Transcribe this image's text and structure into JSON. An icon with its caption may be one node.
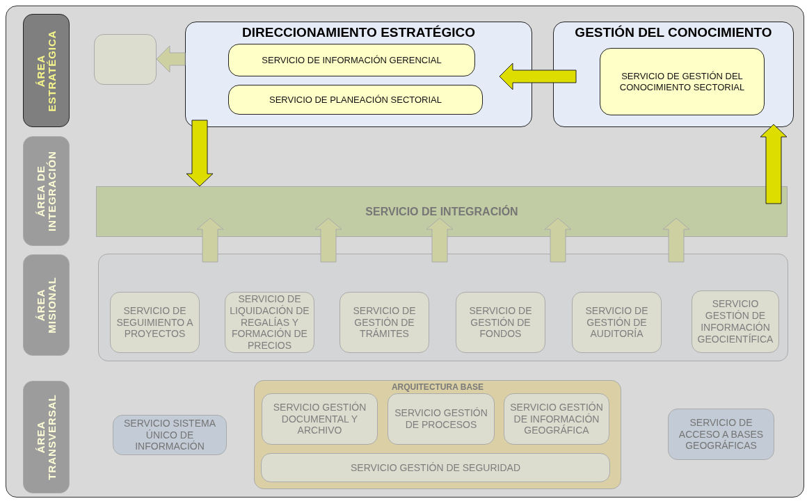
{
  "diagram": {
    "nodes": [
      {
        "text": [
          "ÁREA ESTRATÉGICA"
        ]
      },
      {
        "text": [],
        "shape": "box"
      },
      {
        "text": [
          "DIRECCIONAMIENTO ESTRATÉGICO"
        ]
      },
      {
        "text": [
          "SERVICIO DE INFORMACIÓN GERENCIAL"
        ],
        "in": 2
      },
      {
        "text": [
          "SERVICIO DE PLANEACIÓN SECTORIAL"
        ],
        "in": 2
      },
      {
        "text": [
          "GESTIÓN DEL CONOCIMIENTO"
        ]
      },
      {
        "text": [
          "SERVICIO DE GESTIÓN DEL CONOCIMIENTO SECTORIAL"
        ],
        "in": 5
      },
      {
        "text": [
          "ÁREA DE INTEGRACIÓN"
        ]
      },
      {
        "text": [
          "SERVICIO DE INTEGRACIÓN"
        ]
      },
      {
        "text": [
          "ÁREA MISIONAL"
        ]
      },
      {
        "text": [],
        "shape": "box"
      },
      {
        "text": [
          "SERVICIO DE SEGUIMIENTO A PROYECTOS"
        ],
        "in": 10
      },
      {
        "text": [
          "SERVICIO DE LIQUIDACIÓN DE REGALÍAS Y FORMACIÓN DE PRECIOS"
        ],
        "in": 10
      },
      {
        "text": [
          "SERVICIO DE GESTIÓN DE TRÁMITES"
        ],
        "in": 10
      },
      {
        "text": [
          "SERVICIO DE GESTIÓN DE FONDOS"
        ],
        "in": 10
      },
      {
        "text": [
          "SERVICIO DE GESTIÓN DE AUDITORÍA"
        ],
        "in": 10
      },
      {
        "text": [
          "SERVICIO GESTIÓN DE INFORMACIÓN GEOCIENTÍFICA"
        ],
        "in": 10
      },
      {
        "text": [
          "ÁREA TRANSVERSAL"
        ]
      },
      {
        "text": [
          "SERVICIO SISTEMA ÚNICO DE INFORMACIÓN"
        ]
      },
      {
        "text": [
          "ARQUITECTURA BASE"
        ]
      },
      {
        "text": [
          "SERVICIO GESTIÓN DOCUMENTAL Y ARCHIVO"
        ],
        "in": 19
      },
      {
        "text": [
          "SERVICIO GESTIÓN DE PROCESOS"
        ],
        "in": 19
      },
      {
        "text": [
          "SERVICIO GESTIÓN DE INFORMACIÓN GEOGRÁFICA"
        ],
        "in": 19
      },
      {
        "text": [
          "SERVICIO GESTIÓN DE SEGURIDAD"
        ],
        "in": 19
      },
      {
        "text": [
          "SERVICIO DE ACCESO A BASES GEOGRÁFICAS"
        ]
      }
    ],
    "edges": [
      {
        "from": 2,
        "to": 1,
        "arrow": "to",
        "color": "#cdd0a0"
      },
      {
        "from": 5,
        "to": 2,
        "arrow": "to"
      },
      {
        "from": 2,
        "to": 8,
        "arrow": "to"
      },
      {
        "from": 8,
        "to": 5,
        "arrow": "to"
      },
      {
        "from": 10,
        "to": 8,
        "arrow": "to",
        "color": "#cdd0a0"
      },
      {
        "from": 10,
        "to": 8,
        "arrow": "to",
        "color": "#cdd0a0"
      },
      {
        "from": 10,
        "to": 8,
        "arrow": "to",
        "color": "#cdd0a0"
      },
      {
        "from": 10,
        "to": 8,
        "arrow": "to",
        "color": "#cdd0a0"
      },
      {
        "from": 10,
        "to": 8,
        "arrow": "to",
        "color": "#cdd0a0"
      }
    ]
  }
}
